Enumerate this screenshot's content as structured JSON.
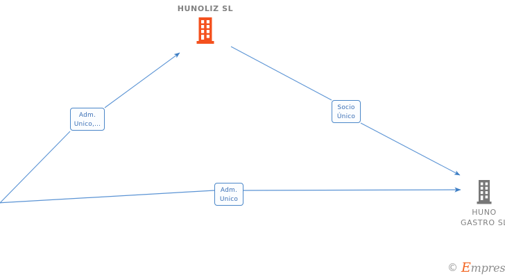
{
  "diagram": {
    "type": "company-relationship-graph",
    "background_color": "#ffffff",
    "nodes": [
      {
        "id": "hunoliz",
        "title": "HUNOLIZ  SL",
        "icon": "building-icon",
        "icon_color": "#f4511e",
        "label_color": "#808080",
        "position": "top-center"
      },
      {
        "id": "huno-gastro",
        "caption_line1": "HUNO",
        "caption_line2": "GASTRO  SL",
        "icon": "building-icon",
        "icon_color": "#777777",
        "label_color": "#808080",
        "position": "right"
      }
    ],
    "edge_labels": [
      {
        "id": "adm-unico-multi",
        "line1": "Adm.",
        "line2": "Unico,...",
        "border_color": "#4a86c8",
        "text_color": "#3b6fb5",
        "fill_color": "#fbfdff"
      },
      {
        "id": "socio-unico",
        "line1": "Socio",
        "line2": "Único",
        "border_color": "#4a86c8",
        "text_color": "#3b6fb5",
        "fill_color": "#fbfdff"
      },
      {
        "id": "adm-unico",
        "line1": "Adm.",
        "line2": "Unico",
        "border_color": "#4a86c8",
        "text_color": "#3b6fb5",
        "fill_color": "#fbfdff"
      }
    ],
    "edges": [
      {
        "id": "edge-offscreen-left-to-hunoliz",
        "from": "off-screen-left",
        "to": "hunoliz",
        "label": "Adm. Unico,...",
        "arrow": "to-hunoliz",
        "color": "#3d7ec4"
      },
      {
        "id": "edge-hunoliz-to-huno-gastro",
        "from": "hunoliz",
        "to": "huno-gastro",
        "label": "Socio Único",
        "arrow": "to-huno-gastro",
        "color": "#3d7ec4"
      },
      {
        "id": "edge-offscreen-left-to-huno-gastro",
        "from": "off-screen-left",
        "to": "huno-gastro",
        "label": "Adm. Unico",
        "arrow": "to-huno-gastro",
        "color": "#3d7ec4"
      }
    ]
  },
  "watermark": {
    "copyright_symbol": "©",
    "brand_initial": "E",
    "brand_rest": "mpresia",
    "initial_color": "#f26522",
    "rest_color": "#8c8c8c"
  }
}
